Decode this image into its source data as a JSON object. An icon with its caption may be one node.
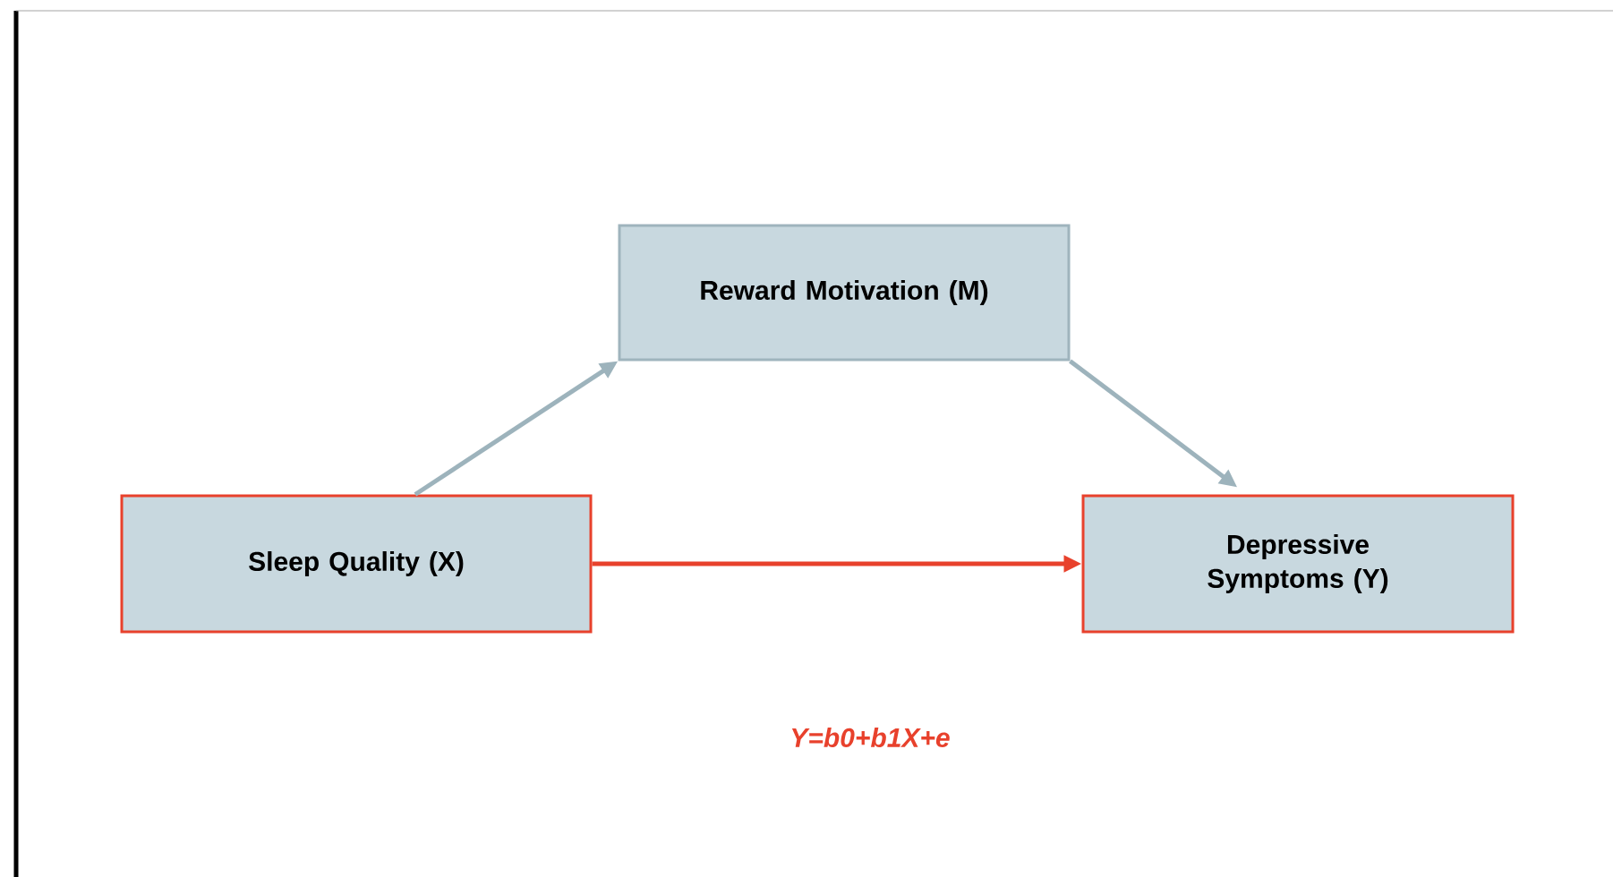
{
  "diagram": {
    "nodes": [
      {
        "text": [
          "Reward Motivation (M)"
        ]
      },
      {
        "text": [
          "Sleep Quality (X)"
        ]
      },
      {
        "text": [
          "Depressive Symptoms (Y)"
        ]
      }
    ],
    "edges": [
      {
        "from": 1,
        "to": 0,
        "arrow": "to"
      },
      {
        "from": 0,
        "to": 2,
        "arrow": "to"
      },
      {
        "from": 1,
        "to": 2,
        "arrow": "to",
        "color": "#e8412c"
      }
    ],
    "labels": [
      "Y=b0+b1X+e"
    ]
  }
}
